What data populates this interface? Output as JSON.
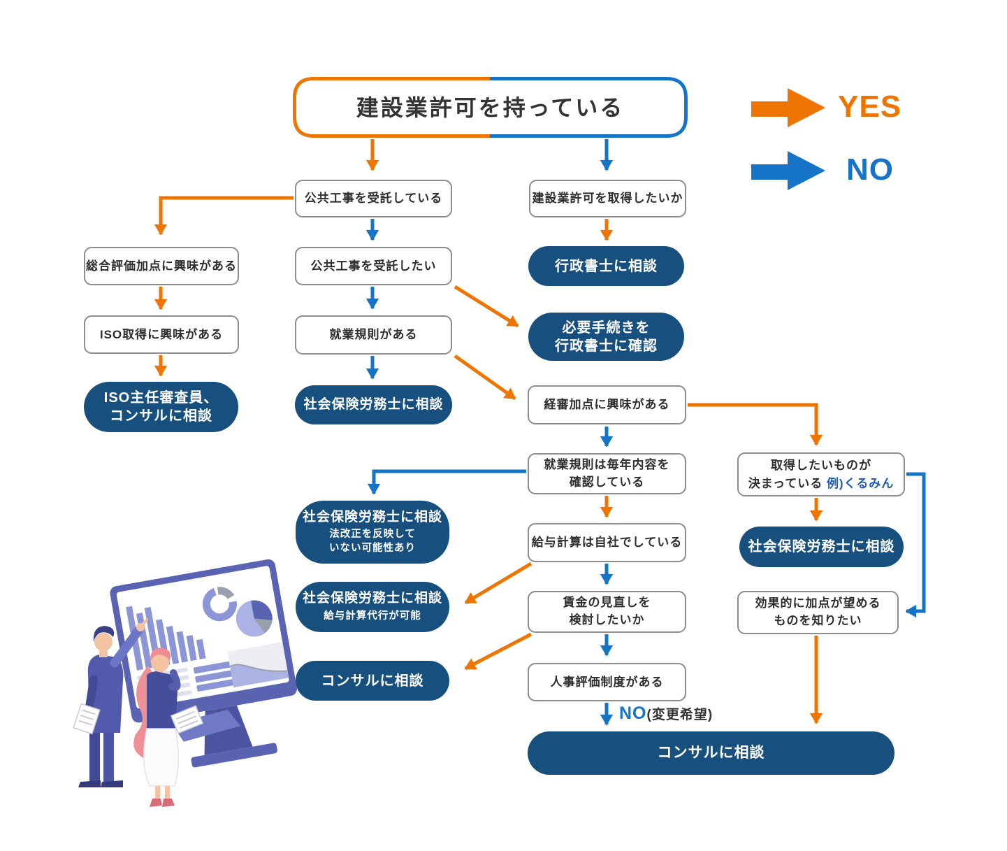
{
  "legend": {
    "yes": {
      "label": "YES",
      "color": "#ee7502"
    },
    "no": {
      "label": "NO",
      "color": "#1573c8"
    }
  },
  "colors": {
    "yes_arrow": "#ee7502",
    "no_arrow": "#1573c8",
    "result_pill": "#17507e",
    "question_border": "#8d8d8d",
    "text": "#2d2d2d",
    "note_blue": "#1f5bb0"
  },
  "nodes": {
    "root": {
      "label": "建設業許可を持っている"
    },
    "public_works_active": {
      "label": "公共工事を受託している"
    },
    "license_wanted": {
      "label": "建設業許可を取得したいか"
    },
    "overall_eval_interest": {
      "label": "総合評価加点に興味がある"
    },
    "public_works_wish": {
      "label": "公共工事を受託したい"
    },
    "gyosei_shoshi_consult": {
      "label": "行政書士に相談"
    },
    "iso_interest": {
      "label": "ISO取得に興味がある"
    },
    "work_rules_exist": {
      "label": "就業規則がある"
    },
    "procedures_check": {
      "label": "必要手続きを\n行政書士に確認"
    },
    "iso_auditor_consult": {
      "label": "ISO主任審査員、\nコンサルに相談"
    },
    "sharoushi_consult_mid": {
      "label": "社会保険労務士に相談"
    },
    "keishin_interest": {
      "label": "経審加点に興味がある"
    },
    "rules_checked_yearly": {
      "label": "就業規則は毎年内容を\n確認している"
    },
    "target_decided": {
      "line1": "取得したいものが",
      "line2": "決まっている ",
      "line2_note": "例)くるみん"
    },
    "sharoushi_law_update": {
      "label": "社会保険労務士に相談",
      "sub": "法改正を反映して\nいない可能性あり"
    },
    "payroll_inhouse": {
      "label": "給与計算は自社でしている"
    },
    "sharoushi_consult_right": {
      "label": "社会保険労務士に相談"
    },
    "sharoushi_payroll_agency": {
      "label": "社会保険労務士に相談",
      "sub": "給与計算代行が可能"
    },
    "wage_review": {
      "label": "賃金の見直しを\n検討したいか"
    },
    "effective_points": {
      "label": "効果的に加点が望める\nものを知りたい"
    },
    "consultant_left": {
      "label": "コンサルに相談"
    },
    "hr_evaluation": {
      "label": "人事評価制度がある"
    },
    "no_change": {
      "no": "NO",
      "note": "(変更希望)"
    },
    "consultant_final": {
      "label": "コンサルに相談"
    }
  }
}
